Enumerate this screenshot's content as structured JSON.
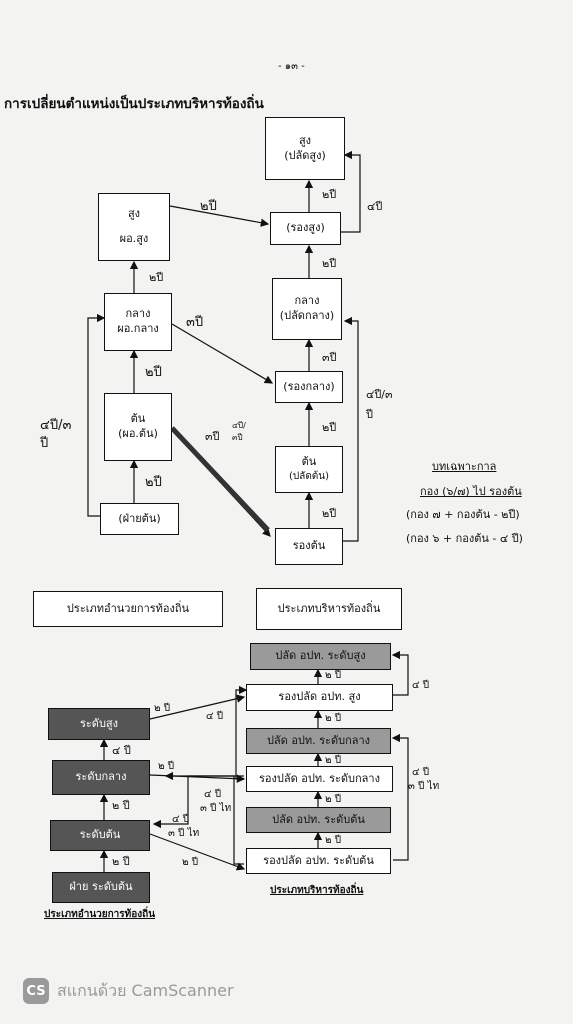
{
  "page_number": "- ๑๓ -",
  "title": "การเปลี่ยนตำแหน่งเป็นประเภทบริหารท้องถิ่น",
  "top_diagram": {
    "left_boxes": {
      "high": [
        "สูง",
        "ผอ.สูง"
      ],
      "mid": [
        "กลาง",
        "ผอ.กลาง"
      ],
      "low": [
        "ต้น",
        "(ผอ.ต้น)"
      ],
      "fai": "(ฝ่ายต้น)"
    },
    "right_boxes": {
      "high": [
        "สูง",
        "(ปลัดสูง)"
      ],
      "deputy_high": "(รองสูง)",
      "mid": [
        "กลาง",
        "(ปลัดกลาง)"
      ],
      "deputy_mid": "(รองกลาง)",
      "low": [
        "ต้น",
        "(ปลัดต้น)"
      ],
      "deputy_low": "รองต้น"
    },
    "labels": {
      "two_years": "๒ปี",
      "three_years": "๓ปี",
      "four_years": "๔ปี",
      "left_bracket_1": "๔ปี/๓",
      "left_bracket_2": "ปี",
      "right_bracket_1": "๔ปี/๓",
      "right_bracket_2": "ปี",
      "diag_small_1": "๔ปี/",
      "diag_small_2": "๓ปี"
    },
    "special_note": {
      "heading": "บทเฉพาะกาล",
      "line1": "กอง (๖/๗) ไป รองต้น",
      "line2": "(กอง ๗ + กองต้น - ๒ปี)",
      "line3": "(กอง ๖ + กองต้น - ๔ ปี)"
    }
  },
  "bottom_diagram": {
    "header_left": "ประเภทอำนวยการท้องถิ่น",
    "header_right": "ประเภทบริหารท้องถิ่น",
    "left_boxes": [
      "ระดับสูง",
      "ระดับกลาง",
      "ระดับต้น",
      "ฝ่าย ระดับต้น"
    ],
    "right_boxes": [
      "ปลัด อปท. ระดับสูง",
      "รองปลัด อปท. สูง",
      "ปลัด อปท. ระดับกลาง",
      "รองปลัด อปท. ระดับกลาง",
      "ปลัด อปท. ระดับต้น",
      "รองปลัด อปท. ระดับต้น"
    ],
    "labels": {
      "two": "๒ ปี",
      "four": "๔ ปี",
      "four_three_a": "๔ ปี",
      "four_three_b": "๓ ปี ไท"
    },
    "caption_left": "ประเภทอำนวยการท้องถิ่น",
    "caption_right": "ประเภทบริหารท้องถิ่น"
  },
  "watermark": "สแกนด้วย CamScanner",
  "watermark_logo": "CS"
}
